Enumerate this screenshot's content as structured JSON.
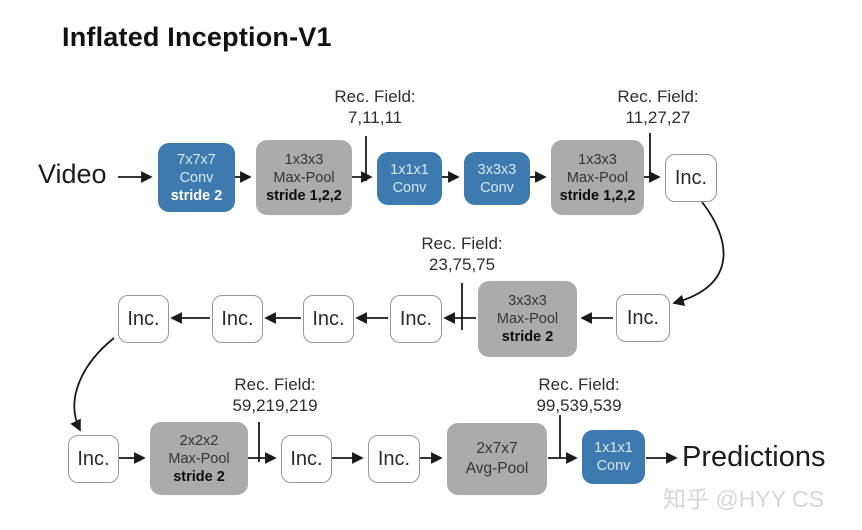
{
  "title": "Inflated Inception-V1",
  "input_label": "Video",
  "output_label": "Predictions",
  "watermark": "知乎 @HYY CS",
  "inc_label": "Inc.",
  "rec_fields": [
    {
      "label": "Rec. Field:",
      "value": "7,11,11"
    },
    {
      "label": "Rec. Field:",
      "value": "11,27,27"
    },
    {
      "label": "Rec. Field:",
      "value": "23,75,75"
    },
    {
      "label": "Rec. Field:",
      "value": "59,219,219"
    },
    {
      "label": "Rec. Field:",
      "value": "99,539,539"
    }
  ],
  "blocks": {
    "conv7x7x7": {
      "kernel": "7x7x7",
      "op": "Conv",
      "stride": "stride 2"
    },
    "maxpool1": {
      "kernel": "1x3x3",
      "op": "Max-Pool",
      "stride": "stride 1,2,2"
    },
    "conv1x1x1a": {
      "kernel": "1x1x1",
      "op": "Conv"
    },
    "conv3x3x3": {
      "kernel": "3x3x3",
      "op": "Conv"
    },
    "maxpool2": {
      "kernel": "1x3x3",
      "op": "Max-Pool",
      "stride": "stride 1,2,2"
    },
    "maxpool3": {
      "kernel": "3x3x3",
      "op": "Max-Pool",
      "stride": "stride 2"
    },
    "maxpool4": {
      "kernel": "2x2x2",
      "op": "Max-Pool",
      "stride": "stride 2"
    },
    "avgpool": {
      "kernel": "2x7x7",
      "op": "Avg-Pool"
    },
    "conv1x1x1b": {
      "kernel": "1x1x1",
      "op": "Conv"
    }
  },
  "colors": {
    "conv_blue": "#3d7aaf",
    "pool_gray": "#ababab",
    "arrow_black": "#1a1a1a",
    "inc_border": "#979797",
    "watermark_gray": "#d6d6d6"
  }
}
